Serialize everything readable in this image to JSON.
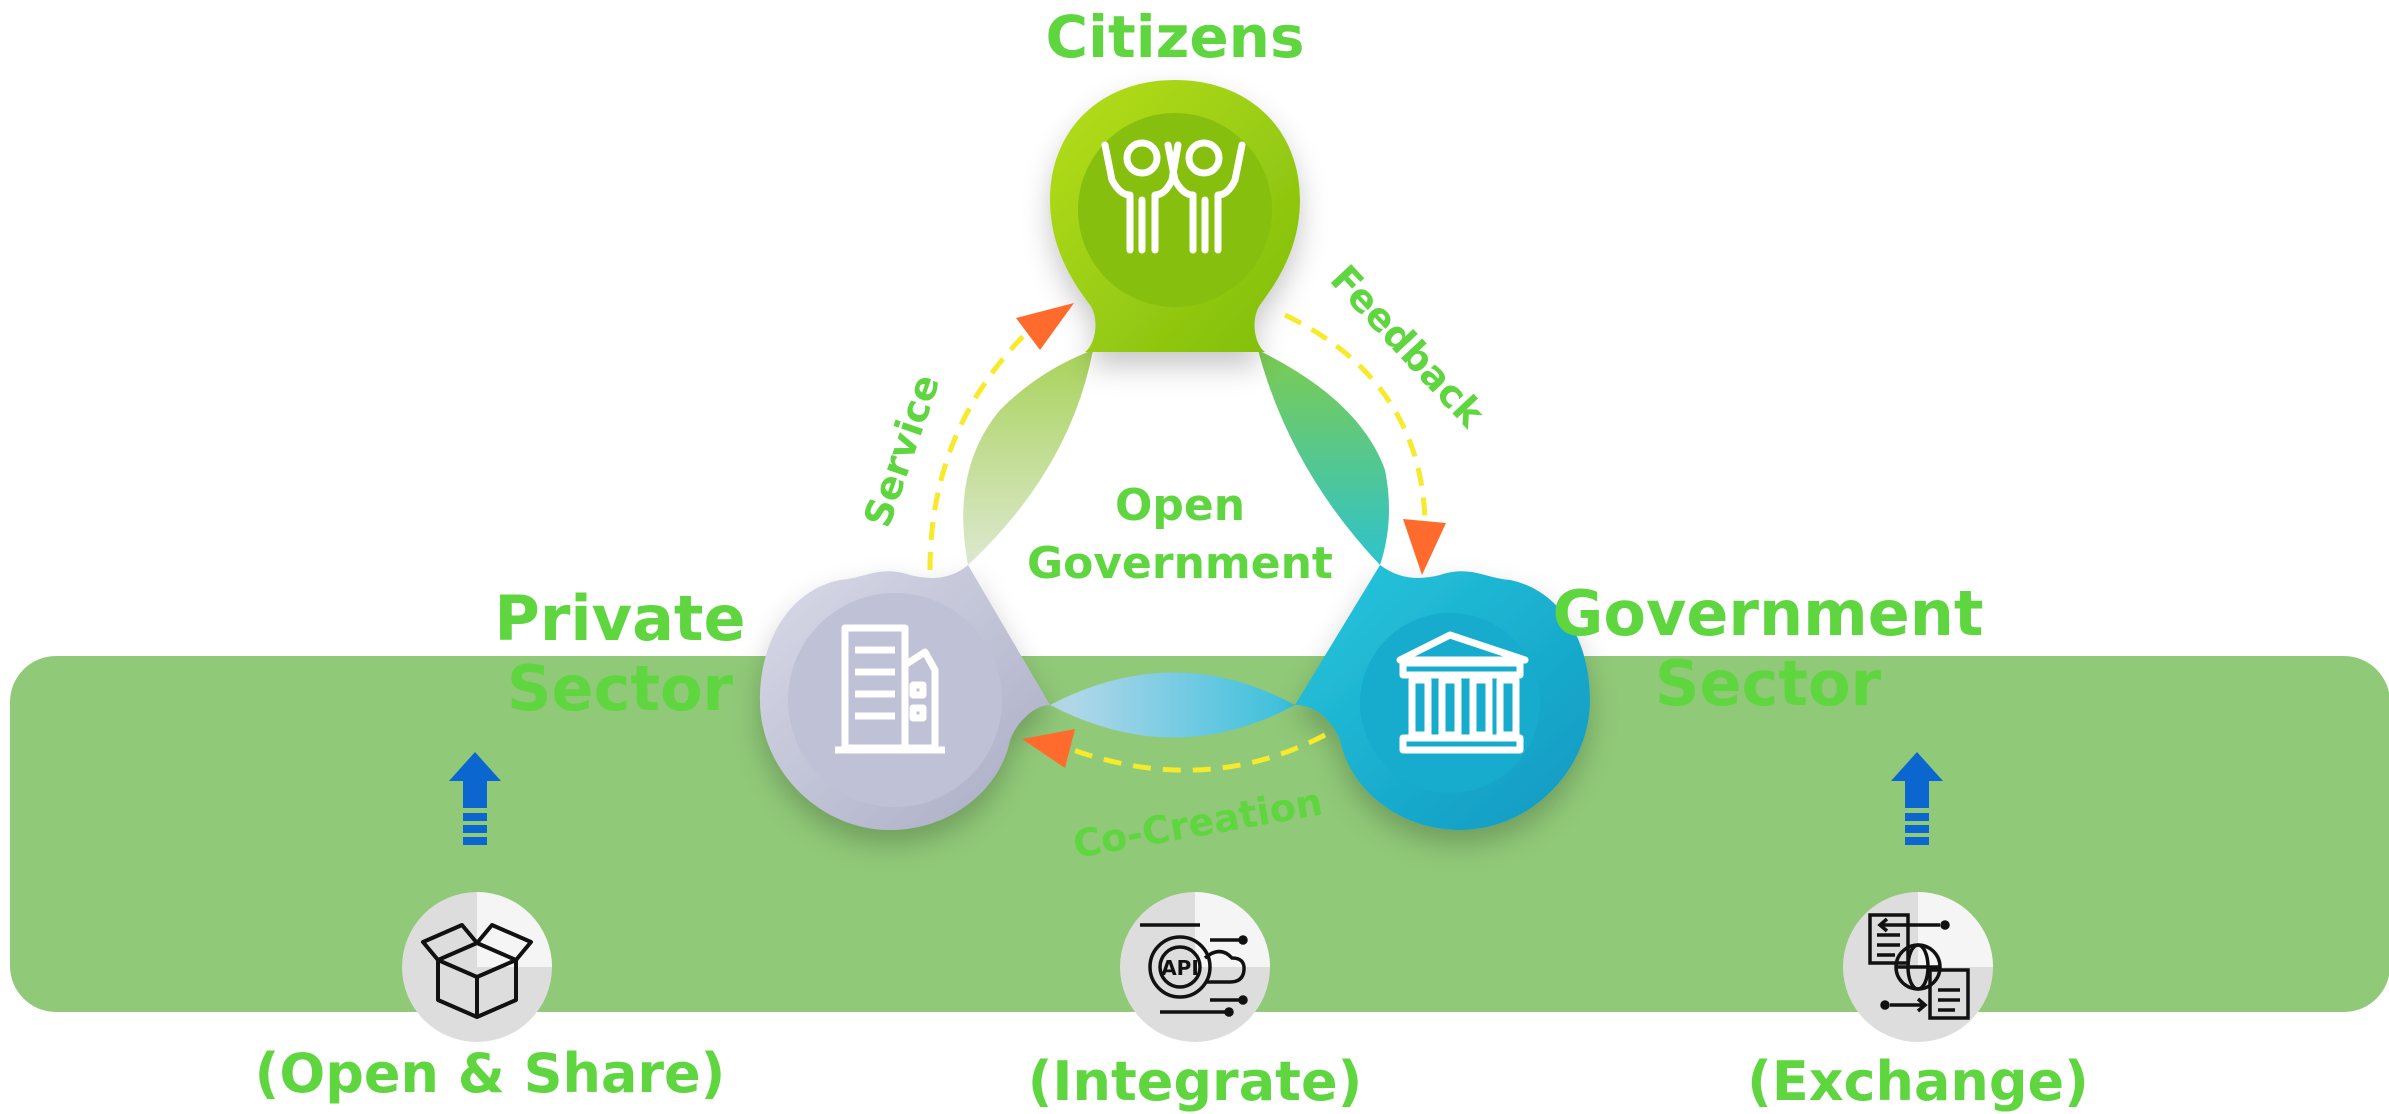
{
  "nodes": {
    "citizens": {
      "label": "Citizens",
      "icon": "people-cheering-icon"
    },
    "private": {
      "line1": "Private",
      "line2": "Sector",
      "icon": "office-building-icon"
    },
    "government": {
      "line1": "Government",
      "line2": "Sector",
      "icon": "government-building-icon"
    }
  },
  "center": {
    "line1": "Open",
    "line2": "Government"
  },
  "flows": {
    "service": "Service",
    "feedback": "Feedback",
    "cocreation": "Co-Creation"
  },
  "bottom": {
    "open_share": {
      "label": "(Open & Share)",
      "icon": "open-box-icon"
    },
    "integrate": {
      "label": "(Integrate)",
      "icon": "api-cloud-icon"
    },
    "exchange": {
      "label": "(Exchange)",
      "icon": "globe-exchange-icon"
    }
  },
  "colors": {
    "label_green": "#5fd63f",
    "band": "#90c978",
    "citizens_green": "#9ccf12",
    "government_teal": "#1cb6d3",
    "private_grey": "#c4c6da",
    "arrow_orange": "#ff6b2c",
    "dash_yellow": "#f6ea2a",
    "up_arrow_blue": "#0c66cf"
  }
}
